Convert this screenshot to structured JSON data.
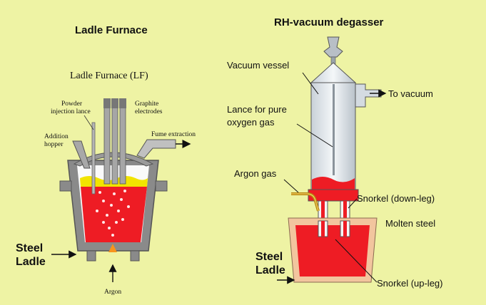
{
  "left_diagram": {
    "heading": "Ladle Furnace",
    "subtitle": "Ladle Furnace (LF)",
    "labels": {
      "powder_line1": "Powder",
      "powder_line2": "injection lance",
      "graphite_line1": "Graphite",
      "graphite_line2": "electrodes",
      "addition_line1": "Addition",
      "addition_line2": "hopper",
      "fume": "Fume extraction",
      "steel": "Steel",
      "ladle": "Ladle",
      "argon": "Argon"
    }
  },
  "right_diagram": {
    "heading": "RH-vacuum degasser",
    "labels": {
      "vacuum_vessel": "Vacuum vessel",
      "to_vacuum": "To vacuum",
      "lance_line1": "Lance for pure",
      "lance_line2": "oxygen gas",
      "argon_gas": "Argon gas",
      "snorkel_down": "Snorkel (down-leg)",
      "molten_steel": "Molten steel",
      "steel": "Steel",
      "ladle": "Ladle",
      "snorkel_up": "Snorkel (up-leg)"
    }
  },
  "colors": {
    "background": "#eef3a4",
    "molten_steel": "#ee1c24",
    "ladle_shell": "#8a8a8a",
    "slag": "#f2e400",
    "argon_cone": "#f7941d",
    "vessel_body": "#dfe5ea",
    "refractory": "#f2c59e"
  }
}
